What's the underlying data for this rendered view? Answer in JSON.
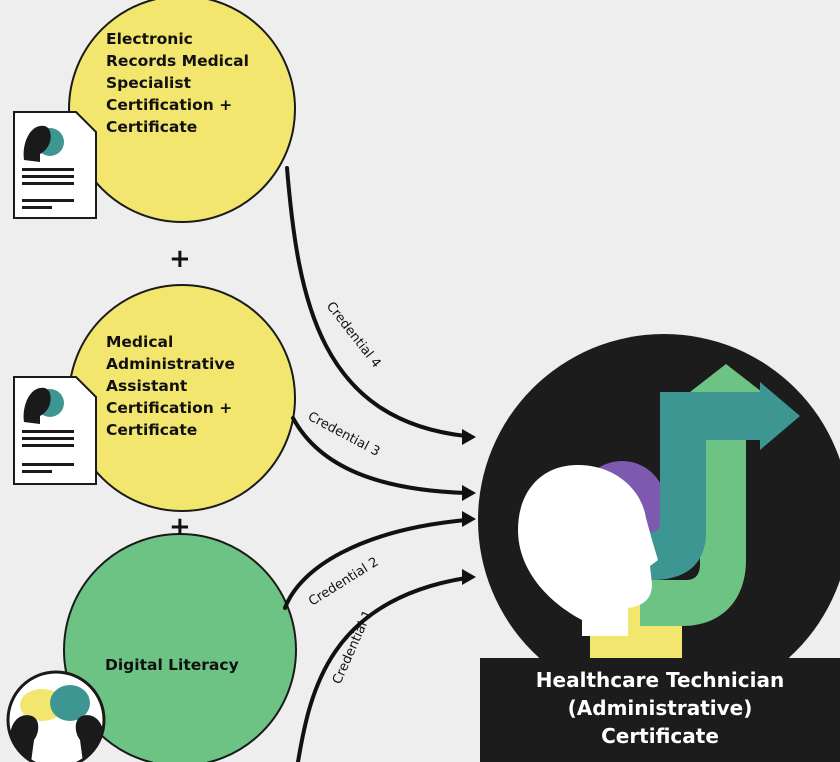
{
  "nodes": [
    {
      "id": "electronic-records",
      "lines": [
        "Electronic",
        "Records Medical",
        "Specialist",
        "Certification +",
        "Certificate"
      ],
      "color": "#f2e66e"
    },
    {
      "id": "medical-admin",
      "lines": [
        "Medical",
        "Administrative",
        "Assistant",
        "Certification +",
        "Certificate"
      ],
      "color": "#f2e66e"
    },
    {
      "id": "digital-literacy",
      "lines": [
        "Digital Literacy"
      ],
      "color": "#6cc384"
    }
  ],
  "plus_sign": "+",
  "credentials": [
    "Credential 4",
    "Credential 3",
    "Credential 2",
    "Credential 1"
  ],
  "result": {
    "lines": [
      "Healthcare Technician",
      "(Administrative)",
      "Certificate"
    ]
  },
  "colors": {
    "background": "#eeeeee",
    "yellow": "#f2e66e",
    "green": "#6cc384",
    "teal": "#3e9693",
    "purple": "#7d5ab0",
    "dark": "#1c1c1c"
  },
  "icons": [
    "document-profile-icon",
    "document-profile-icon",
    "people-talking-icon",
    "person-career-growth-icon"
  ]
}
